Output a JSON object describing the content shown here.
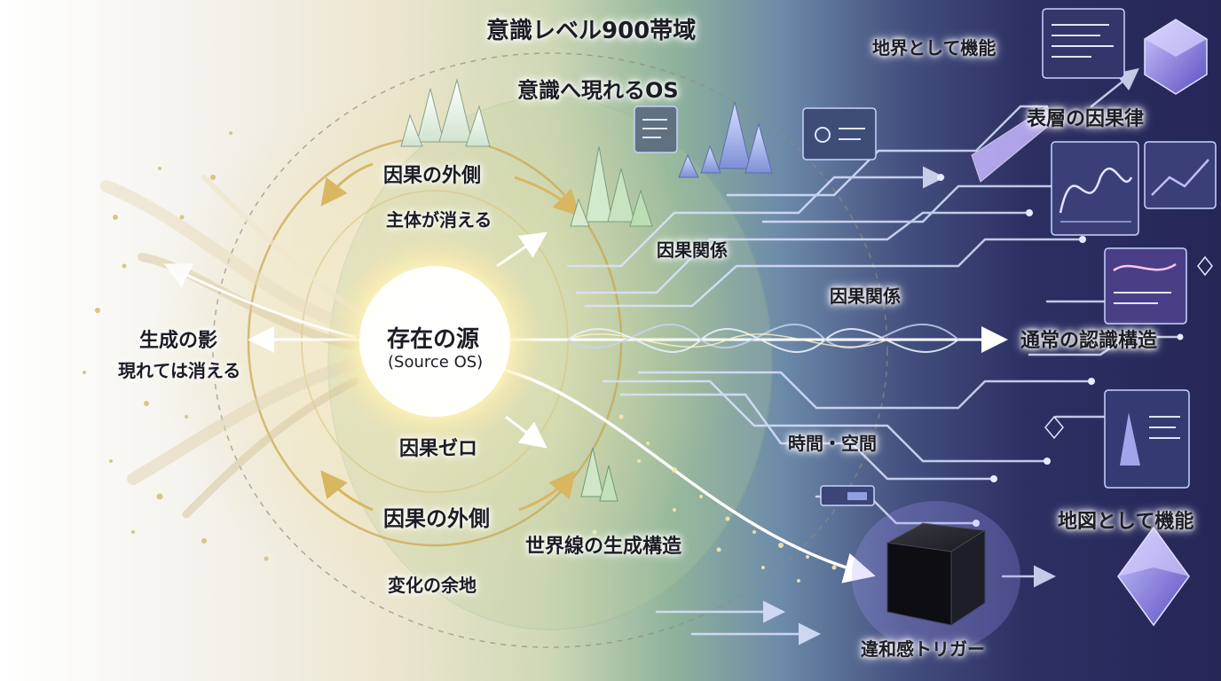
{
  "title": "意識レベル900帯域",
  "outer_ring_label": "意識へ現れるOS",
  "core": {
    "name": "存在の源",
    "subtitle": "(Source OS)"
  },
  "inner_labels": {
    "outside_top": "因果の外側",
    "subject_vanishes": "主体が消える",
    "causality_zero": "因果ゼロ",
    "outside_bottom": "因果の外側",
    "room_for_change": "変化の余地"
  },
  "left_labels": {
    "shadow_title": "生成の影",
    "shadow_subtitle": "現れては消える"
  },
  "middle_labels": {
    "causal_1": "因果関係",
    "causal_2": "因果関係",
    "time_space": "時間・空間",
    "worldline": "世界線の生成構造"
  },
  "right_labels": {
    "ground": "地界として機能",
    "surface_causality": "表層の因果律",
    "normal_recognition": "通常の認識構造",
    "map": "地図として機能",
    "trigger": "違和感トリガー"
  },
  "colors": {
    "core_glow": "#fff8d6",
    "gold_ring": "#c9a84f",
    "circuit": "#c9d4ff",
    "dark_bg": "#262657",
    "cube": "#101014"
  },
  "icons": [
    "crystal-icon",
    "cube-icon",
    "diamond-icon",
    "chart-panel-icon",
    "arrow-icon"
  ]
}
